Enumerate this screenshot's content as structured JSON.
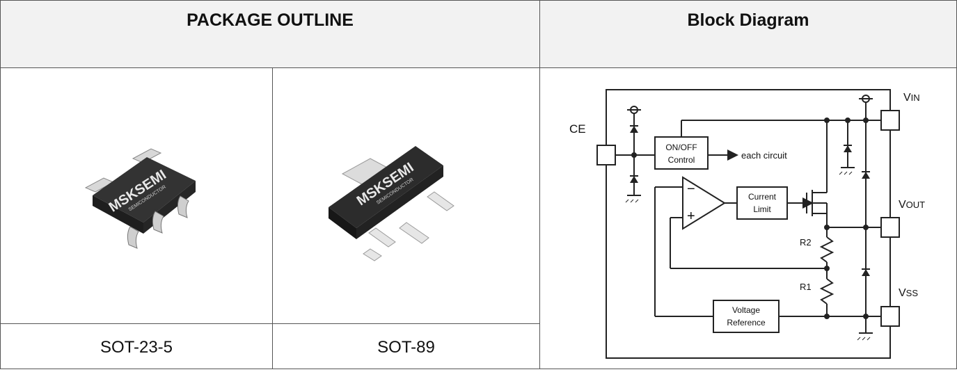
{
  "headers": {
    "package_outline": "PACKAGE OUTLINE",
    "block_diagram": "Block Diagram"
  },
  "packages": [
    {
      "name": "SOT-23-5",
      "marking_brand": "MSKSEMI",
      "marking_sub": "SEMICONDUCTOR"
    },
    {
      "name": "SOT-89",
      "marking_brand": "MSKSEMI",
      "marking_sub": "SEMICONDUCTOR"
    }
  ],
  "diagram": {
    "pins": {
      "ce": "CE",
      "vin_main": "V",
      "vin_sub": "IN",
      "vout_main": "V",
      "vout_sub": "OUT",
      "vss_main": "V",
      "vss_sub": "SS"
    },
    "blocks": {
      "onoff_line1": "ON/OFF",
      "onoff_line2": "Control",
      "each_circuit": "each circuit",
      "current_limit_line1": "Current",
      "current_limit_line2": "Limit",
      "voltage_ref_line1": "Voltage",
      "voltage_ref_line2": "Reference",
      "opamp_minus": "−",
      "opamp_plus": "+",
      "r1": "R1",
      "r2": "R2"
    }
  }
}
